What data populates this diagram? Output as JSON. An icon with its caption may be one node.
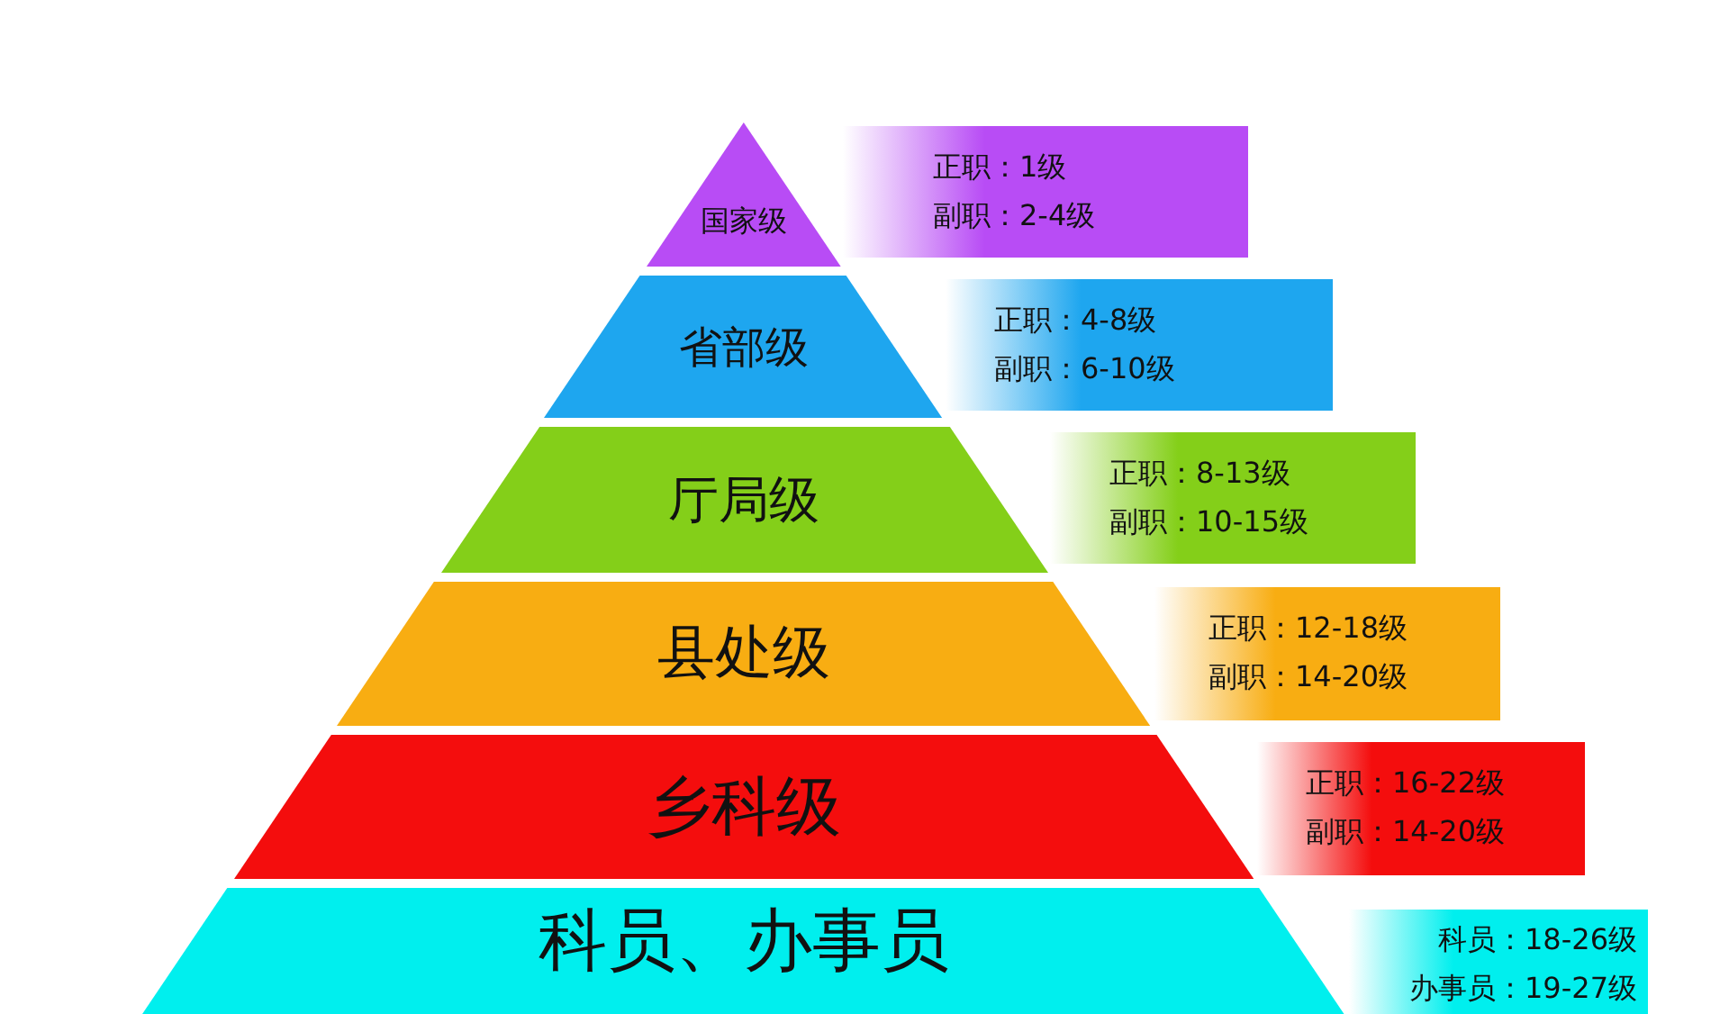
{
  "diagram": {
    "nodes": [
      {
        "text": [
          "国家级"
        ]
      },
      {
        "text": [
          "正职：1级",
          "副职：2-4级"
        ]
      },
      {
        "text": [
          "省部级"
        ]
      },
      {
        "text": [
          "正职：4-8级",
          "副职：6-10级"
        ]
      },
      {
        "text": [
          "厅局级"
        ]
      },
      {
        "text": [
          "正职：8-13级",
          "副职：10-15级"
        ]
      },
      {
        "text": [
          "县处级"
        ]
      },
      {
        "text": [
          "正职：12-18级",
          "副职：14-20级"
        ]
      },
      {
        "text": [
          "乡科级"
        ]
      },
      {
        "text": [
          "正职：16-22级",
          "副职：14-20级"
        ]
      },
      {
        "text": [
          "科员、办事员"
        ]
      },
      {
        "text": [
          "科员：18-26级",
          "办事员：19-27级"
        ]
      }
    ]
  }
}
